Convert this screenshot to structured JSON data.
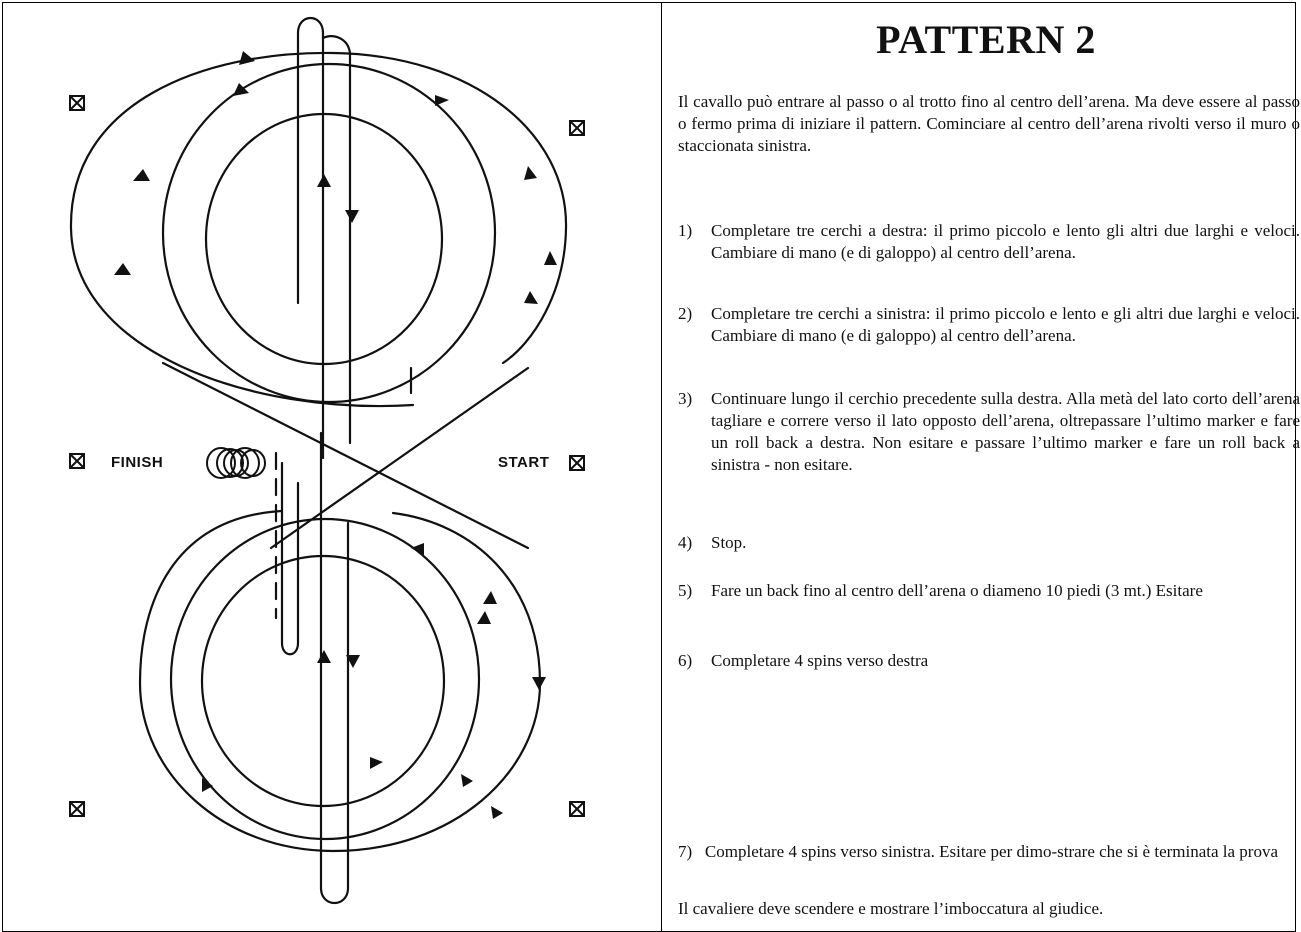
{
  "title": "PATTERN 2",
  "diagram": {
    "finish_label": "FINISH",
    "start_label": "START",
    "marker_icon": "boxed-x-icon"
  },
  "intro": "Il cavallo può entrare al passo o al trotto fino al centro dell’arena. Ma deve essere al passo o fermo prima di iniziare il pattern. Cominciare al centro dell’arena rivolti verso il muro o staccionata sinistra.",
  "steps": [
    {
      "num": "1)",
      "text": "Completare tre cerchi a destra: il primo piccolo e lento gli altri due larghi e veloci. Cambiare di mano (e di galoppo) al centro dell’arena."
    },
    {
      "num": "2)",
      "text": "Completare tre cerchi a sinistra: il primo piccolo e lento e gli altri due larghi e veloci. Cambiare di mano (e di galoppo) al centro dell’arena."
    },
    {
      "num": "3)",
      "text": "Continuare lungo il cerchio precedente sulla destra. Alla metà del lato corto dell’arena tagliare e correre verso il lato opposto dell’arena, oltrepassare l’ultimo marker e fare un roll back a destra. Non esitare e passare l’ultimo marker e fare un roll back a sinistra - non esitare."
    },
    {
      "num": "4)",
      "text": "Stop."
    },
    {
      "num": "5)",
      "text": "Fare un back fino al centro dell’arena o diameno 10 piedi (3 mt.) Esitare"
    },
    {
      "num": "6)",
      "text": "Completare 4 spins verso destra"
    },
    {
      "num": "7)",
      "text": "Completare 4 spins verso sinistra. Esitare per dimo-strare che si è terminata la prova"
    }
  ],
  "closing": "Il cavaliere deve scendere e mostrare l’imboccatura al giudice."
}
